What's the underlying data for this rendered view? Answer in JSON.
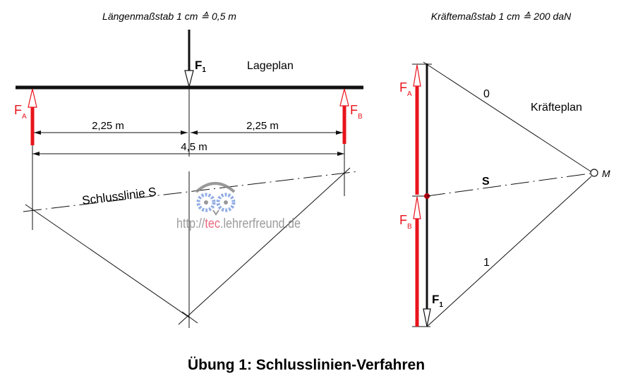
{
  "colors": {
    "force_red": "#e8141c",
    "line": "#111111",
    "watermark_gray": "#8a8a8a",
    "watermark_red": "#e8506a",
    "gear_blue": "#7f9fe0"
  },
  "lageplan": {
    "scale": "Längenmaßstab 1 cm ≙ 0,5 m",
    "title": "Lageplan",
    "f1": "F",
    "f1_sub": "1",
    "fa": "F",
    "fa_sub": "A",
    "fb": "F",
    "fb_sub": "B",
    "dim_left": "2,25 m",
    "dim_right": "2,25 m",
    "dim_total": "4,5 m",
    "closing_line": "Schlusslinie S"
  },
  "kraefteplan": {
    "scale": "Kräftemaßstab 1 cm ≙ 200 daN",
    "title": "Kräfteplan",
    "ray0": "0",
    "ray1": "1",
    "s": "S",
    "pole": "M",
    "fa": "F",
    "fa_sub": "A",
    "fb": "F",
    "fb_sub": "B",
    "f1": "F",
    "f1_sub": "1"
  },
  "watermark": {
    "prefix": "http://",
    "highlight": "tec",
    "suffix": ".lehrerfreund.de"
  },
  "caption": "Übung 1: Schlusslinien-Verfahren"
}
